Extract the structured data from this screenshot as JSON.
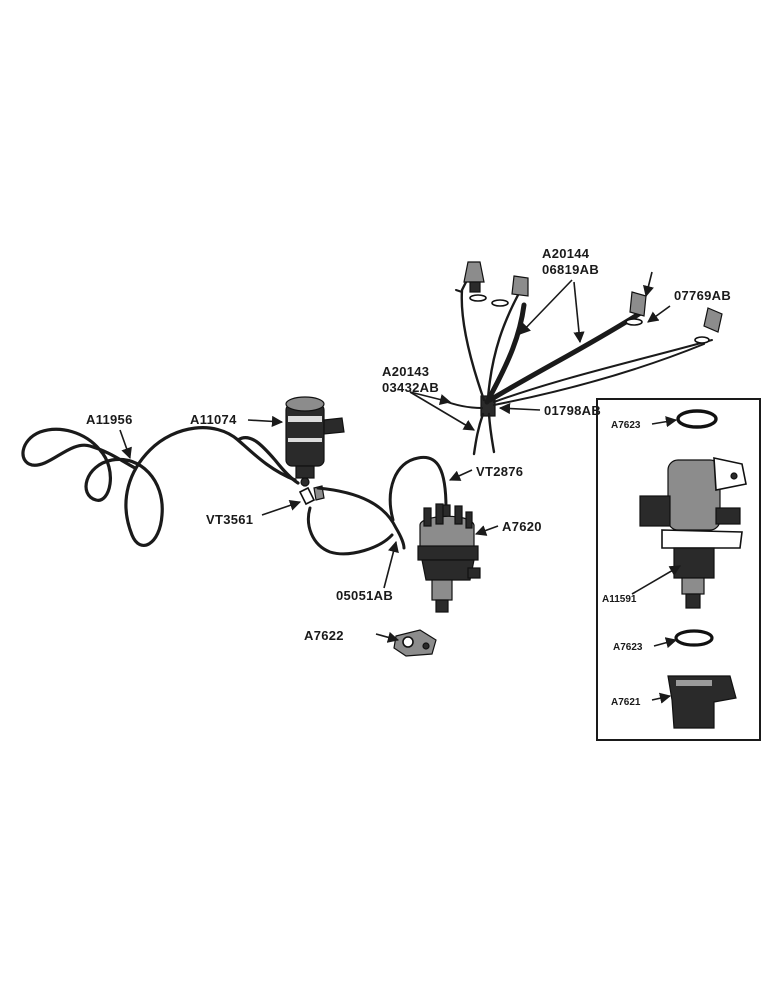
{
  "labels": {
    "coil_wire": "A11956",
    "coil": "A11074",
    "coil_clip": "VT3561",
    "high_tension_wire": "05051AB",
    "distributor_wire": "VT2876",
    "distributor": "A7620",
    "distributor_flange": "A7622",
    "harness_a_part": "A20144",
    "harness_a_code": "06819AB",
    "harness_b_part": "A20143",
    "harness_b_code": "03432AB",
    "harness_clamp": "01798AB",
    "plug_terminal": "07769AB",
    "inset_oring_top": "A7623",
    "inset_housing": "A11591",
    "inset_oring_bottom": "A7623",
    "inset_cap": "A7621"
  },
  "colors": {
    "ink": "#1a1a1a",
    "background": "#ffffff"
  }
}
